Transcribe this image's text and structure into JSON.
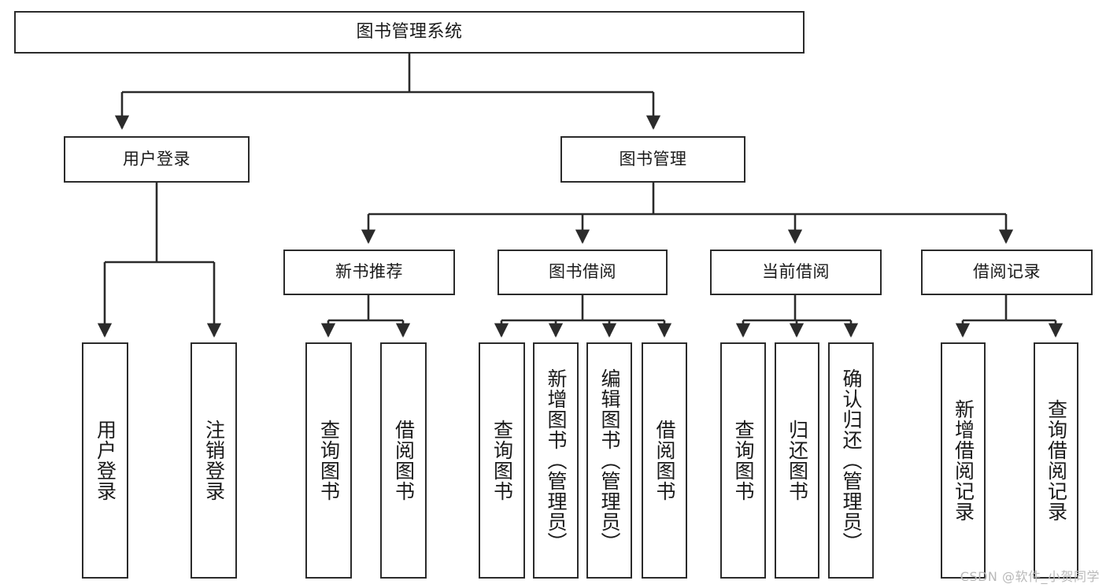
{
  "diagram": {
    "title": "图书管理系统",
    "type": "tree-hierarchy",
    "watermark": "CSDN @软件_小贺同学",
    "line_color": "#2b2b2b",
    "box_fill": "#ffffff",
    "text_color": "#1a1a1a",
    "watermark_color": "#b9b9b9"
  },
  "nodes": {
    "root": {
      "label": "图书管理系统"
    },
    "level1": [
      {
        "label": "用户登录"
      },
      {
        "label": "图书管理"
      }
    ],
    "level2": [
      {
        "label": "新书推荐"
      },
      {
        "label": "图书借阅"
      },
      {
        "label": "当前借阅"
      },
      {
        "label": "借阅记录"
      }
    ],
    "leaves": {
      "user_login": [
        {
          "label": "用户登录"
        },
        {
          "label": "注销登录"
        }
      ],
      "new_book_recommend": [
        {
          "label": "查询图书"
        },
        {
          "label": "借阅图书"
        }
      ],
      "book_borrow": [
        {
          "label": "查询图书"
        },
        {
          "label": "新增图书（管理员）"
        },
        {
          "label": "编辑图书（管理员）"
        },
        {
          "label": "借阅图书"
        }
      ],
      "current_borrow": [
        {
          "label": "查询图书"
        },
        {
          "label": "归还图书"
        },
        {
          "label": "确认归还（管理员）"
        }
      ],
      "borrow_record": [
        {
          "label": "新增借阅记录"
        },
        {
          "label": "查询借阅记录"
        }
      ]
    }
  }
}
